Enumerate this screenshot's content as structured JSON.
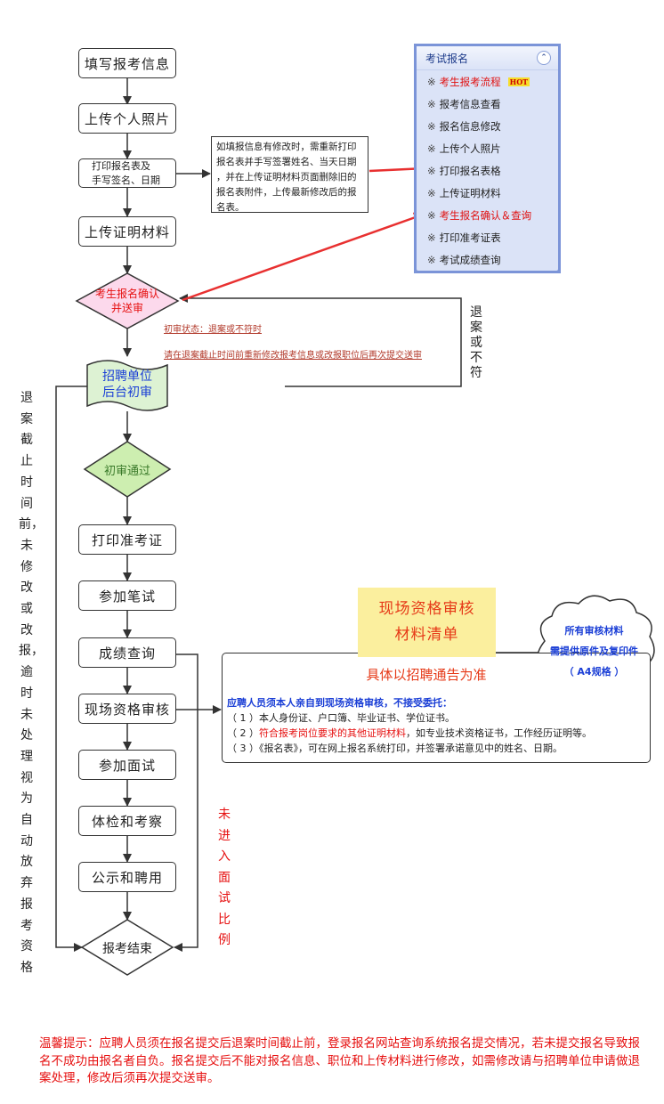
{
  "flow": {
    "steps": [
      {
        "id": "fill-info",
        "label": "填写报考信息"
      },
      {
        "id": "upload-photo",
        "label": "上传个人照片"
      },
      {
        "id": "print-form",
        "label_lines": [
          "打印报名表及",
          "手写签名、日期"
        ]
      },
      {
        "id": "upload-proof",
        "label": "上传证明材料"
      },
      {
        "id": "confirm-submit",
        "label_lines": [
          "考生报名确认",
          "并送审"
        ]
      },
      {
        "id": "initial-review",
        "label_lines": [
          "招聘单位",
          "后台初审"
        ]
      },
      {
        "id": "review-passed",
        "label": "初审通过"
      },
      {
        "id": "print-admission",
        "label": "打印准考证"
      },
      {
        "id": "written-exam",
        "label": "参加笔试"
      },
      {
        "id": "score-query",
        "label": "成绩查询"
      },
      {
        "id": "onsite-review",
        "label": "现场资格审核"
      },
      {
        "id": "interview",
        "label": "参加面试"
      },
      {
        "id": "physical-exam",
        "label": "体检和考察"
      },
      {
        "id": "publicize-hire",
        "label": "公示和聘用"
      },
      {
        "id": "end",
        "label": "报考结束"
      }
    ],
    "print_note": [
      "如填报信息有修改时，需重新打印",
      "报名表并手写签署姓名、当天日期",
      "，并在上传证明材料页面删除旧的",
      "报名表附件，上传最新修改后的报",
      "名表。"
    ],
    "review_status_note": "初审状态：退案或不符时",
    "resubmit_note": "请在退案截止时间前重新修改报考信息或改报职位后再次提交送审",
    "return_label": "退案或不符",
    "left_label": "退案截止时间前，未修改或改报，逾时未处理视为自动放弃报考资格",
    "no_interview_label": "未进入面试比例"
  },
  "panel": {
    "title": "考试报名",
    "collapse_icon": "⌃",
    "hot_badge": "HOT",
    "items": [
      {
        "label": "考生报考流程",
        "highlight": true,
        "hot": true
      },
      {
        "label": "报考信息查看",
        "highlight": false
      },
      {
        "label": "报名信息修改",
        "highlight": false
      },
      {
        "label": "上传个人照片",
        "highlight": false
      },
      {
        "label": "打印报名表格",
        "highlight": false
      },
      {
        "label": "上传证明材料",
        "highlight": false
      },
      {
        "label": "考生报名确认＆查询",
        "highlight": true
      },
      {
        "label": "打印准考证表",
        "highlight": false
      },
      {
        "label": "考试成绩查询",
        "highlight": false
      }
    ],
    "bullet": "※"
  },
  "materials": {
    "title_lines": [
      "现场资格审核",
      "材料清单"
    ],
    "subtitle": "具体以招聘通告为准",
    "cloud_lines": [
      "所有审核材料",
      "需提供原件及复印件",
      "（ A4规格 ）"
    ],
    "intro": "应聘人员须本人亲自到现场资格审核，不接受委托：",
    "item1": "（ 1 ）本人身份证、户口簿、毕业证书、学位证书。",
    "item2_prefix": "（ 2 ）",
    "item2_highlight": "符合报考岗位要求的其他证明材料",
    "item2_suffix": "，如专业技术资格证书，工作经历证明等。",
    "item3": "（ 3 ）《报名表》，可在网上报名系统打印，并签署承诺意见中的姓名、日期。"
  },
  "tip": "温馨提示：应聘人员须在报名提交后退案时间截止前，登录报名网站查询系统报名提交情况，若未提交报名导致报名不成功由报名者自负。报名提交后不能对报名信息、职位和上传材料进行修改，如需修改请与招聘单位申请做退案处理，修改后须再次提交送审。",
  "colors": {
    "accent_red": "#e61010",
    "panel_blue": "#7b94d8",
    "link_brown": "#b23a2b",
    "pink": "#fcd9ec",
    "green": "#cdeeb0",
    "blue_text": "#1b3fd6"
  }
}
